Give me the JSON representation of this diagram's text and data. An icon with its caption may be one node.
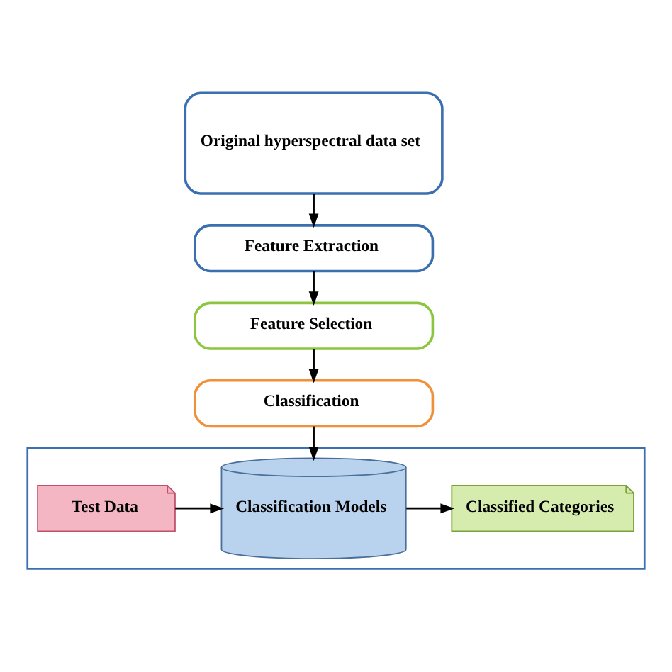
{
  "diagram": {
    "nodes": [
      {
        "text": [
          "Original hyperspectral data set"
        ]
      },
      {
        "text": [
          "Feature Extraction"
        ]
      },
      {
        "text": [
          "Feature Selection"
        ]
      },
      {
        "text": [
          "Classification"
        ]
      },
      {
        "text": [],
        "shape": "box"
      },
      {
        "text": [
          "Test Data"
        ],
        "in": 4
      },
      {
        "text": [
          "Classification Models"
        ],
        "in": 4
      },
      {
        "text": [
          "Classified Categories"
        ],
        "in": 4
      }
    ],
    "edges": [
      {
        "from": 0,
        "to": 1,
        "arrow": "to"
      },
      {
        "from": 1,
        "to": 2,
        "arrow": "to"
      },
      {
        "from": 2,
        "to": 3,
        "arrow": "to"
      },
      {
        "from": 3,
        "to": 6,
        "arrow": "to"
      },
      {
        "from": 5,
        "to": 6,
        "arrow": "to"
      },
      {
        "from": 6,
        "to": 7,
        "arrow": "to"
      }
    ]
  }
}
